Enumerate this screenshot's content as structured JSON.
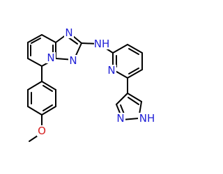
{
  "molecule": {
    "atom_labels": [
      {
        "text": "N",
        "element": "N"
      },
      {
        "text": "N",
        "element": "N"
      },
      {
        "text": "N",
        "element": "N"
      },
      {
        "text": "NH",
        "element": "N"
      },
      {
        "text": "O",
        "element": "O"
      },
      {
        "text": "N",
        "element": "N"
      },
      {
        "text": "N",
        "element": "N"
      },
      {
        "text": "NH",
        "element": "N"
      }
    ]
  },
  "colors": {
    "N": "#1f1fd6",
    "O": "#d62020",
    "bond": "#000000",
    "background": "#ffffff"
  }
}
